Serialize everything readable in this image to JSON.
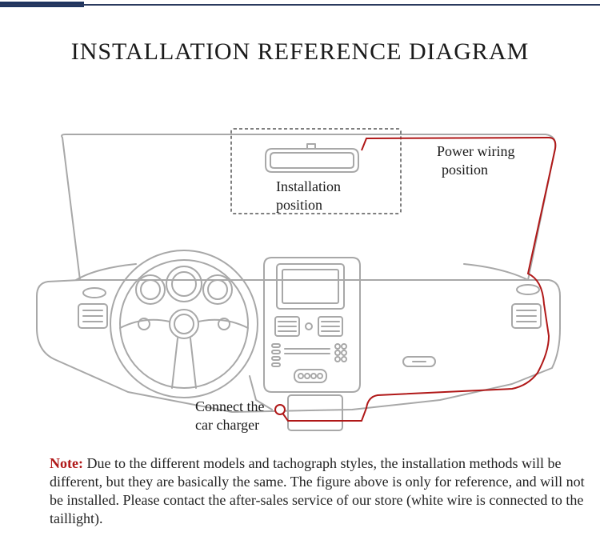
{
  "header": {
    "title": "INSTALLATION REFERENCE DIAGRAM"
  },
  "labels": {
    "installation_position": [
      "Installation",
      "position"
    ],
    "power_wiring_position": [
      "Power wiring",
      "position"
    ],
    "connect_car_charger": [
      "Connect the",
      "car charger"
    ]
  },
  "note": {
    "key": "Note:",
    "text": " Due to the different models and tachograph styles, the installation methods will be different, but they are basically the same. The figure above is only for reference, and will not be installed. Please contact the after-sales service of our store (white wire is connected to the taillight)."
  },
  "colors": {
    "line": "#a8a8a8",
    "wire": "#b01818",
    "accent": "#1f3560",
    "note_key": "#b01818"
  }
}
